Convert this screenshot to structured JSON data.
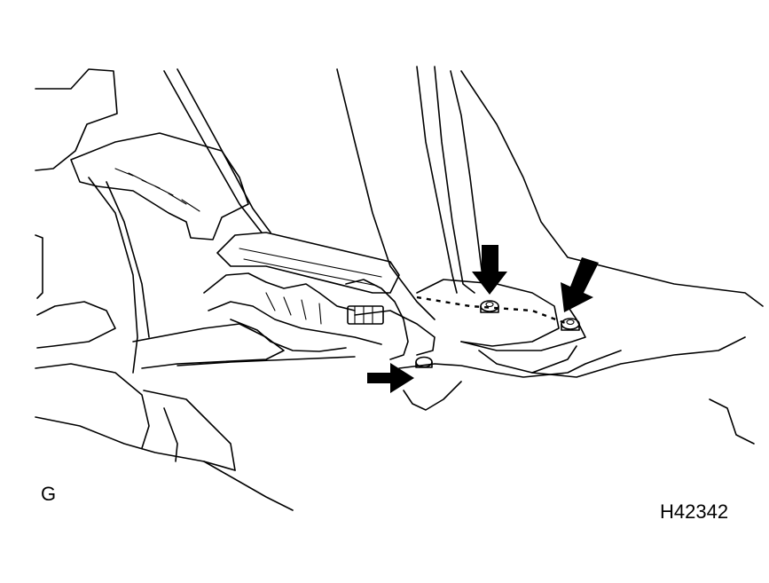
{
  "view_label": "G",
  "figure_code": "H42342",
  "colors": {
    "ink": "#000000",
    "paper": "#ffffff"
  },
  "callouts": [
    {
      "name": "arrow-bolt-top",
      "icon": "arrow-down-icon"
    },
    {
      "name": "arrow-bolt-right",
      "icon": "arrow-down-left-icon"
    },
    {
      "name": "arrow-bolt-left",
      "icon": "arrow-right-icon"
    }
  ]
}
